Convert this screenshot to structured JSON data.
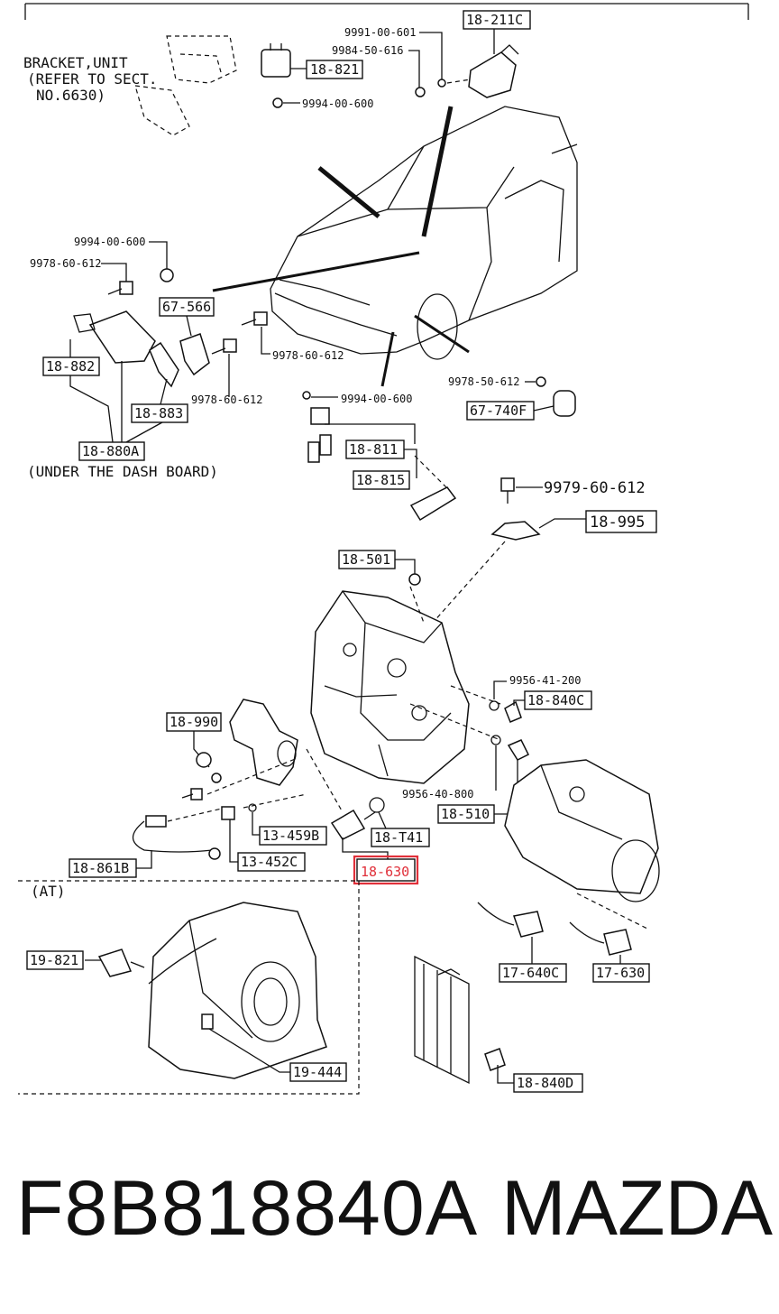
{
  "notes": {
    "bracket_line1": "BRACKET,UNIT",
    "bracket_line2": "(REFER TO SECT.",
    "bracket_line3": "NO.6630)",
    "dash_board": "(UNDER THE DASH BOARD)",
    "at": "(AT)"
  },
  "part_refs": {
    "r18_211c": "18-211C",
    "r18_821": "18-821",
    "r67_566": "67-566",
    "r18_882": "18-882",
    "r18_883": "18-883",
    "r18_880a": "18-880A",
    "r67_740f": "67-740F",
    "r18_811": "18-811",
    "r18_815": "18-815",
    "r18_995": "18-995",
    "r18_501": "18-501",
    "r18_840c": "18-840C",
    "r18_990": "18-990",
    "r18_510": "18-510",
    "r13_459b": "13-459B",
    "r18_t41": "18-T41",
    "r13_452c": "13-452C",
    "r18_861b": "18-861B",
    "r18_630": "18-630",
    "r19_821": "19-821",
    "r17_640c": "17-640C",
    "r17_630": "17-630",
    "r19_444": "19-444",
    "r18_840d": "18-840D"
  },
  "fastener_codes": {
    "c9991_00_601": "9991-00-601",
    "c9984_50_616": "9984-50-616",
    "c9994_00_600_top": "9994-00-600",
    "c9994_00_600_left": "9994-00-600",
    "c9978_60_612_left": "9978-60-612",
    "c9978_60_612_mid": "9978-60-612",
    "c9978_60_612_low": "9978-60-612",
    "c9978_50_612": "9978-50-612",
    "c9994_00_600_mid": "9994-00-600",
    "c9979_60_612": "9979-60-612",
    "c9956_41_200": "9956-41-200",
    "c9956_40_800": "9956-40-800"
  },
  "highlight": {
    "part": "18-630",
    "color": "#e0303a"
  },
  "footer": {
    "part_number": "F8B818840A",
    "brand": "MAZDA"
  }
}
